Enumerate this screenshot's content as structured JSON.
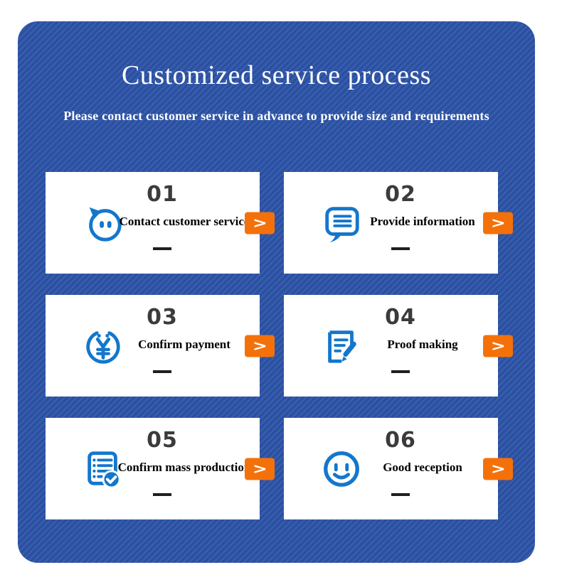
{
  "header": {
    "title": "Customized service process",
    "subtitle": "Please contact customer service in advance to provide size and requirements"
  },
  "arrow_glyph": ">",
  "colors": {
    "panel_blue": "#2d54a7",
    "accent_orange": "#f4710a",
    "icon_blue": "#1377cc",
    "number_gray": "#3b3b3b"
  },
  "steps": [
    {
      "number": "01",
      "label": "Contact customer service",
      "icon": "chat-smiley-icon"
    },
    {
      "number": "02",
      "label": "Provide information",
      "icon": "speech-bubble-icon"
    },
    {
      "number": "03",
      "label": "Confirm payment",
      "icon": "yen-coin-icon"
    },
    {
      "number": "04",
      "label": "Proof making",
      "icon": "document-pencil-icon"
    },
    {
      "number": "05",
      "label": "Confirm mass production",
      "icon": "checklist-check-icon"
    },
    {
      "number": "06",
      "label": "Good reception",
      "icon": "smiley-face-icon"
    }
  ]
}
